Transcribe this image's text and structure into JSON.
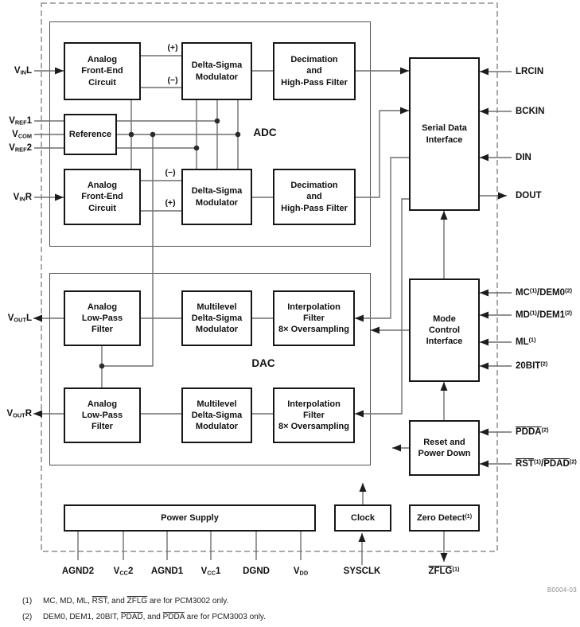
{
  "figure_id": "B0004-03",
  "colors": {
    "wire": "#6f6f6f",
    "block_border": "#161616",
    "dashed_border": "#8e8e8e",
    "group_border": "#4f4f4f",
    "arrow": "#1c1c1c"
  },
  "sections": {
    "adc_label": "ADC",
    "dac_label": "DAC"
  },
  "polarity": {
    "plus": "(+)",
    "minus": "(−)"
  },
  "blocks": {
    "afe_left": "Analog\nFront-End\nCircuit",
    "dsm_left": "Delta-Sigma\nModulator",
    "dec_left": "Decimation\nand\nHigh-Pass Filter",
    "reference": "Reference",
    "afe_right": "Analog\nFront-End\nCircuit",
    "dsm_right": "Delta-Sigma\nModulator",
    "dec_right": "Decimation\nand\nHigh-Pass Filter",
    "sdi": "Serial Data\nInterface",
    "mci": "Mode\nControl\nInterface",
    "rpd": "Reset and\nPower Down",
    "alpf_left": "Analog\nLow-Pass\nFilter",
    "mdsm_left": "Multilevel\nDelta-Sigma\nModulator",
    "int_left": "Interpolation\nFilter\n8× Oversampling",
    "alpf_right": "Analog\nLow-Pass\nFilter",
    "mdsm_right": "Multilevel\nDelta-Sigma\nModulator",
    "int_right": "Interpolation\nFilter\n8× Oversampling",
    "power_supply": "Power Supply",
    "clock": "Clock",
    "zero_detect": [
      {
        "t": "Zero Detect"
      },
      {
        "t": "(1)",
        "s": "sup"
      }
    ]
  },
  "pins": {
    "left": {
      "vinl": [
        {
          "t": "V"
        },
        {
          "t": "IN",
          "s": "sub"
        },
        {
          "t": "L"
        }
      ],
      "vref1": [
        {
          "t": "V"
        },
        {
          "t": "REF",
          "s": "sub"
        },
        {
          "t": "1"
        }
      ],
      "vcom": [
        {
          "t": "V"
        },
        {
          "t": "COM",
          "s": "sub"
        }
      ],
      "vref2": [
        {
          "t": "V"
        },
        {
          "t": "REF",
          "s": "sub"
        },
        {
          "t": "2"
        }
      ],
      "vinr": [
        {
          "t": "V"
        },
        {
          "t": "IN",
          "s": "sub"
        },
        {
          "t": "R"
        }
      ],
      "voutl": [
        {
          "t": "V"
        },
        {
          "t": "OUT",
          "s": "sub"
        },
        {
          "t": "L"
        }
      ],
      "voutr": [
        {
          "t": "V"
        },
        {
          "t": "OUT",
          "s": "sub"
        },
        {
          "t": "R"
        }
      ]
    },
    "right": {
      "lrcin": [
        {
          "t": "LRCIN"
        }
      ],
      "bckin": [
        {
          "t": "BCKIN"
        }
      ],
      "din": [
        {
          "t": "DIN"
        }
      ],
      "dout": [
        {
          "t": "DOUT"
        }
      ],
      "mc_dem0": [
        {
          "t": "MC"
        },
        {
          "t": "(1)",
          "s": "sup"
        },
        {
          "t": "/DEM0"
        },
        {
          "t": "(2)",
          "s": "sup"
        }
      ],
      "md_dem1": [
        {
          "t": "MD"
        },
        {
          "t": "(1)",
          "s": "sup"
        },
        {
          "t": "/DEM1"
        },
        {
          "t": "(2)",
          "s": "sup"
        }
      ],
      "ml": [
        {
          "t": "ML"
        },
        {
          "t": "(1)",
          "s": "sup"
        }
      ],
      "bit20": [
        {
          "t": "20BIT"
        },
        {
          "t": "(2)",
          "s": "sup"
        }
      ],
      "pdda": [
        {
          "t": "PDDA",
          "s": "over"
        },
        {
          "t": "(2)",
          "s": "sup"
        }
      ],
      "rst_pdad": [
        {
          "t": "RST",
          "s": "over"
        },
        {
          "t": "(1)",
          "s": "sup"
        },
        {
          "t": "/"
        },
        {
          "t": "PDAD",
          "s": "over"
        },
        {
          "t": "(2)",
          "s": "sup"
        }
      ]
    },
    "bottom": {
      "agnd2": [
        {
          "t": "AGND2"
        }
      ],
      "vcc2": [
        {
          "t": "V"
        },
        {
          "t": "CC",
          "s": "sub"
        },
        {
          "t": "2"
        }
      ],
      "agnd1": [
        {
          "t": "AGND1"
        }
      ],
      "vcc1": [
        {
          "t": "V"
        },
        {
          "t": "CC",
          "s": "sub"
        },
        {
          "t": "1"
        }
      ],
      "dgnd": [
        {
          "t": "DGND"
        }
      ],
      "vdd": [
        {
          "t": "V"
        },
        {
          "t": "DD",
          "s": "sub"
        }
      ],
      "sysclk": [
        {
          "t": "SYSCLK"
        }
      ],
      "zflg": [
        {
          "t": "ZFLG",
          "s": "over"
        },
        {
          "t": "(1)",
          "s": "sup"
        }
      ]
    }
  },
  "footnotes": [
    {
      "marker": "(1)",
      "segments": [
        {
          "t": "MC, MD, ML, "
        },
        {
          "t": "RST",
          "s": "over"
        },
        {
          "t": ", and "
        },
        {
          "t": "ZFLG",
          "s": "over"
        },
        {
          "t": " are for PCM3002 only."
        }
      ]
    },
    {
      "marker": "(2)",
      "segments": [
        {
          "t": "DEM0, DEM1, 20BIT, "
        },
        {
          "t": "PDAD",
          "s": "over"
        },
        {
          "t": ", and "
        },
        {
          "t": "PDDA",
          "s": "over"
        },
        {
          "t": " are for PCM3003 only."
        }
      ]
    }
  ]
}
